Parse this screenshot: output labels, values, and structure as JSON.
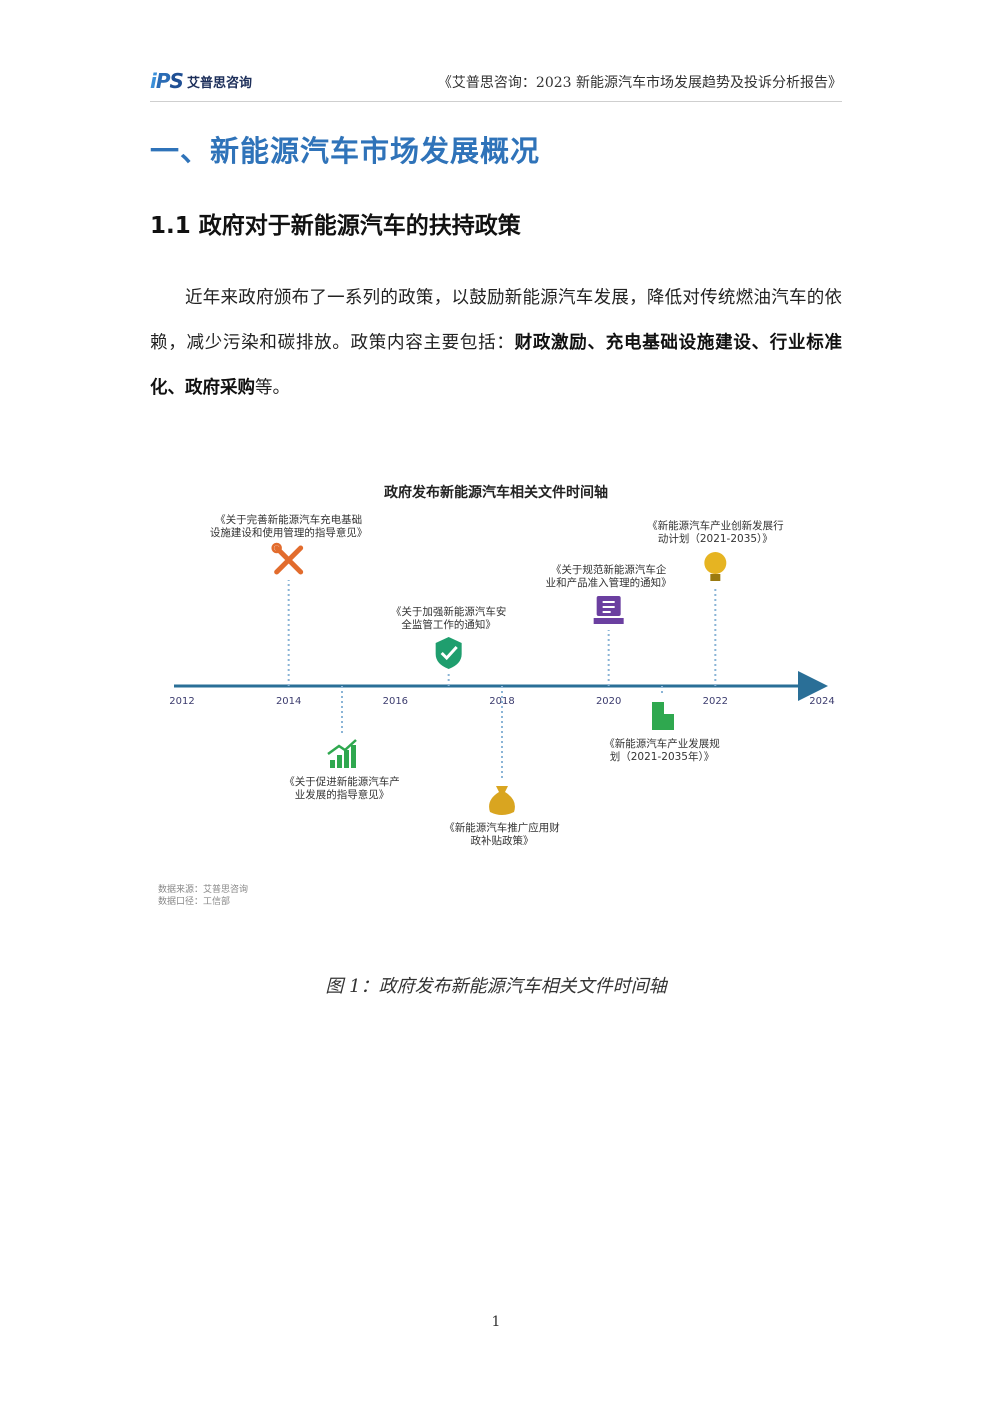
{
  "header": {
    "logo_mark": {
      "i": "i",
      "p": "P",
      "s": "S"
    },
    "logo_text": "艾普思咨询",
    "report_title": "《艾普思咨询：2023 新能源汽车市场发展趋势及投诉分析报告》"
  },
  "section": {
    "title": "一、新能源汽车市场发展概况",
    "subtitle": "1.1 政府对于新能源汽车的扶持政策"
  },
  "paragraph": {
    "text1": "近年来政府颁布了一系列的政策，以鼓励新能源汽车发展，降低对传统燃油汽车的依赖，减少污染和碳排放。政策内容主要包括：",
    "bold": "财政激励、充电基础设施建设、行业标准化、政府采购",
    "text2": "等。"
  },
  "chart_data": {
    "type": "timeline",
    "title": "政府发布新能源汽车相关文件时间轴",
    "axis_years": [
      "2012",
      "2014",
      "2016",
      "2018",
      "2020",
      "2022",
      "2024"
    ],
    "xlim": [
      2012,
      2024
    ],
    "events": [
      {
        "year": 2014.0,
        "side": "above",
        "label_lines": [
          "《关于完善新能源汽车充电基础",
          "设施建设和使用管理的指导意见》"
        ],
        "icon": "tools-icon",
        "color": "#e26c2d"
      },
      {
        "year": 2015.0,
        "side": "below",
        "label_lines": [
          "《关于促进新能源汽车产",
          "业发展的指导意见》"
        ],
        "icon": "growth-chart-icon",
        "color": "#2fa84f"
      },
      {
        "year": 2017.0,
        "side": "above",
        "label_lines": [
          "《关于加强新能源汽车安",
          "全监管工作的通知》"
        ],
        "icon": "shield-icon",
        "color": "#1f9e6e"
      },
      {
        "year": 2018.0,
        "side": "below",
        "label_lines": [
          "《新能源汽车推广应用财",
          "政补贴政策》"
        ],
        "icon": "money-bag-icon",
        "color": "#d9a520"
      },
      {
        "year": 2020.0,
        "side": "above",
        "label_lines": [
          "《关于规范新能源汽车企",
          "业和产品准入管理的通知》"
        ],
        "icon": "document-icon",
        "color": "#6b3fa0"
      },
      {
        "year": 2021.0,
        "side": "below",
        "label_lines": [
          "《新能源汽车产业发展规",
          "划（2021-2035年）》"
        ],
        "icon": "buildings-icon",
        "color": "#2fa84f"
      },
      {
        "year": 2022.0,
        "side": "above",
        "label_lines": [
          "《新能源汽车产业创新发展行",
          "动计划（2021-2035）》"
        ],
        "icon": "lightbulb-icon",
        "color": "#e6b422"
      }
    ],
    "axis_color": "#2a6f97",
    "source_lines": [
      "数据来源：艾普思咨询",
      "数据口径：工信部"
    ]
  },
  "caption": "图 1：政府发布新能源汽车相关文件时间轴",
  "page_number": "1"
}
